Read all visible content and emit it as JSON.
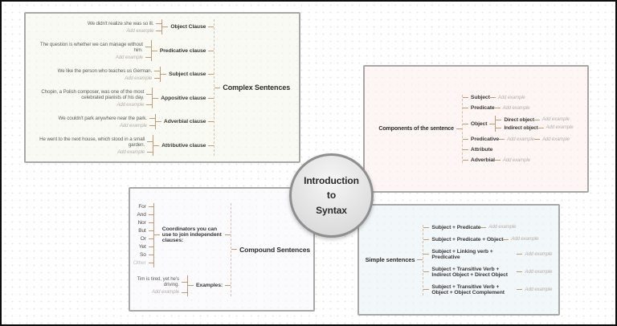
{
  "center": {
    "lines": [
      "Introduction",
      "to",
      "Syntax"
    ]
  },
  "colors": {
    "connector": "#c19c77",
    "trunk": "#d5c2a9",
    "panel-border": "#a8a8a8",
    "canvas-border": "#0d0d0d",
    "bg-complex": "#f8faf3",
    "bg-components": "#fdf6f4",
    "bg-compound": "#fbfafd",
    "bg-simple": "#f2f7fa",
    "node-text": "#3b3936",
    "example-text": "#5f5e59",
    "muted-text": "#b6afa8",
    "circle-border": "#8f8f8f"
  },
  "panels": {
    "complex": {
      "root": "Complex Sentences",
      "branches": [
        {
          "label": "Object Clause",
          "example": "We didn't realize she was so ill.",
          "add": "Add example"
        },
        {
          "label": "Predicative clause",
          "example": "The question is whether we can manage without him.",
          "add": "Add example"
        },
        {
          "label": "Subject clause",
          "example": "We like the person who teaches us German.",
          "add": "Add example"
        },
        {
          "label": "Appositive clause",
          "example": "Chopin, a Polish composer, was one of the most celebrated pianists of his day.",
          "add": "Add example"
        },
        {
          "label": "Adverbial clause",
          "example": "We couldn't park anywhere near the park.",
          "add": "Add example"
        },
        {
          "label": "Attributive clause",
          "example": "He went to the next house, which stood in a small garden.",
          "add": "Add example"
        }
      ]
    },
    "components": {
      "root": "Components of the sentence",
      "branches": [
        {
          "label": "Subject",
          "add": "Add example"
        },
        {
          "label": "Predicate",
          "add": "Add example"
        },
        {
          "label": "Object",
          "children": [
            {
              "label": "Direct object",
              "add": "Add example"
            },
            {
              "label": "Indirect object",
              "add": "Add example"
            }
          ]
        },
        {
          "label": "Predicative",
          "add": "Add example",
          "add2": "Add example"
        },
        {
          "label": "Attribute"
        },
        {
          "label": "Adverbial",
          "add": "Add example"
        }
      ]
    },
    "compound": {
      "root": "Compound Sentences",
      "coordinators_label": "Coordinators you can use to join independent clauses:",
      "coordinators": [
        "For",
        "And",
        "Nor",
        "But",
        "Or",
        "Yet",
        "So"
      ],
      "coordinator_placeholder": "Other",
      "examples_label": "Examples:",
      "example": "Tim is tired, yet he's driving.",
      "add": "Add example"
    },
    "simple": {
      "root": "Simple sentences",
      "branches": [
        {
          "label": "Subject + Predicate",
          "add": "Add example"
        },
        {
          "label": "Subject + Predicate + Object",
          "add": "Add example"
        },
        {
          "label": "Subject + Linking verb + Predicative",
          "add": "Add example"
        },
        {
          "label": "Subject + Transitive Verb + Indirect Object + Direct Object",
          "add": "Add example"
        },
        {
          "label": "Subject + Transitive Verb + Object + Object Complement",
          "add": "Add example"
        }
      ]
    }
  }
}
